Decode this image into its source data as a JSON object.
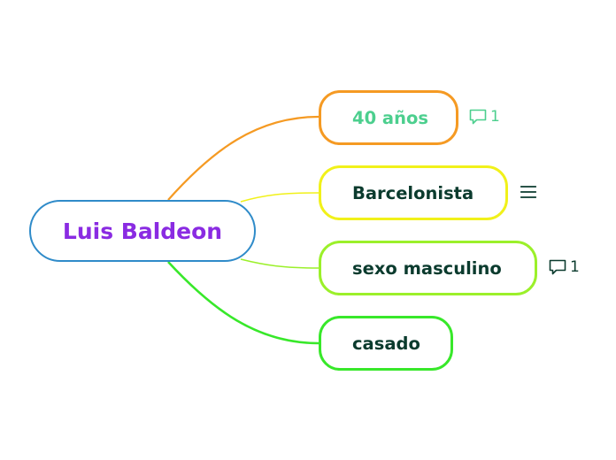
{
  "root": {
    "label": "Luis Baldeon",
    "border_color": "#2f8bc9",
    "text_color": "#8a2be2"
  },
  "branches": [
    {
      "label": "40 años",
      "color": "#f59a23",
      "text_color": "#4ccf8e",
      "marker": {
        "icon": "comment-icon",
        "count": "1",
        "color": "#4ccf8e"
      }
    },
    {
      "label": "Barcelonista",
      "color": "#f1f11a",
      "text_color": "#0b3b2e",
      "marker": {
        "icon": "notes-icon",
        "color": "#0b3b2e"
      }
    },
    {
      "label": "sexo masculino",
      "color": "#9bf02a",
      "text_color": "#0b3b2e",
      "marker": {
        "icon": "comment-icon",
        "count": "1",
        "color": "#0b3b2e"
      }
    },
    {
      "label": "casado",
      "color": "#38e82a",
      "text_color": "#0b3b2e"
    }
  ]
}
